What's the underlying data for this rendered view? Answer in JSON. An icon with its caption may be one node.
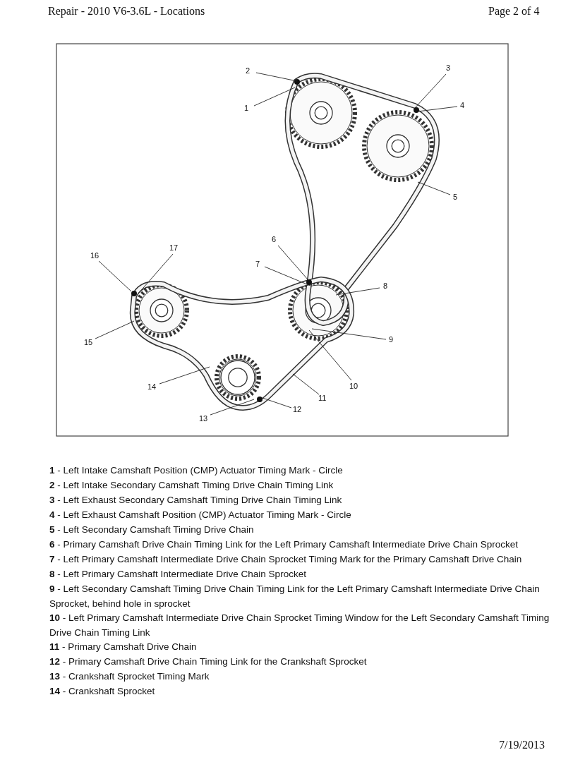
{
  "diagram": {
    "title": "Repair - 2010 V6-3.6L - Locations",
    "nodes": [
      {
        "text": [
          "1"
        ]
      },
      {
        "text": [
          "2"
        ]
      },
      {
        "text": [
          "3"
        ]
      },
      {
        "text": [
          "4"
        ]
      },
      {
        "text": [
          "5"
        ]
      },
      {
        "text": [
          "6"
        ]
      },
      {
        "text": [
          "7"
        ]
      },
      {
        "text": [
          "8"
        ]
      },
      {
        "text": [
          "9"
        ]
      },
      {
        "text": [
          "10"
        ]
      },
      {
        "text": [
          "11"
        ]
      },
      {
        "text": [
          "12"
        ]
      },
      {
        "text": [
          "13"
        ]
      },
      {
        "text": [
          "14"
        ]
      },
      {
        "text": [
          "15"
        ]
      },
      {
        "text": [
          "16"
        ]
      },
      {
        "text": [
          "17"
        ]
      }
    ],
    "edges": [
      {
        "from": 0,
        "to": null,
        "arrow": "none"
      },
      {
        "from": 1,
        "to": null,
        "arrow": "none"
      },
      {
        "from": 2,
        "to": null,
        "arrow": "none"
      },
      {
        "from": 3,
        "to": null,
        "arrow": "none"
      },
      {
        "from": 4,
        "to": null,
        "arrow": "none"
      },
      {
        "from": 5,
        "to": null,
        "arrow": "none"
      },
      {
        "from": 6,
        "to": null,
        "arrow": "none"
      },
      {
        "from": 7,
        "to": null,
        "arrow": "none"
      },
      {
        "from": 8,
        "to": null,
        "arrow": "none"
      },
      {
        "from": 9,
        "to": null,
        "arrow": "none"
      },
      {
        "from": 10,
        "to": null,
        "arrow": "none"
      },
      {
        "from": 11,
        "to": null,
        "arrow": "none"
      },
      {
        "from": 12,
        "to": null,
        "arrow": "none"
      },
      {
        "from": 13,
        "to": null,
        "arrow": "none"
      },
      {
        "from": 14,
        "to": null,
        "arrow": "none"
      },
      {
        "from": 15,
        "to": null,
        "arrow": "none"
      },
      {
        "from": 16,
        "to": null,
        "arrow": "none"
      }
    ],
    "labels": [
      "Page 2 of 4",
      "**1** - Left Intake Camshaft Position (CMP) Actuator Timing Mark - Circle",
      "**2** - Left Intake Secondary Camshaft Timing Drive Chain Timing Link",
      "**3** - Left Exhaust Secondary Camshaft Timing Drive Chain Timing Link",
      "**4** - Left Exhaust Camshaft Position (CMP) Actuator Timing Mark - Circle",
      "**5** - Left Secondary Camshaft Timing Drive Chain",
      "**6** - Primary Camshaft Drive Chain Timing Link for the Left Primary Camshaft Intermediate Drive Chain Sprocket",
      "**7** - Left Primary Camshaft Intermediate Drive Chain Sprocket Timing Mark for the Primary Camshaft Drive Chain",
      "**8** - Left Primary Camshaft Intermediate Drive Chain Sprocket",
      "**9** - Left Secondary Camshaft Timing Drive Chain Timing Link for the Left Primary Camshaft Intermediate Drive Chain Sprocket, behind hole in sprocket",
      "**10** - Left Primary Camshaft Intermediate Drive Chain Sprocket Timing Window for the Left Secondary Camshaft Timing Drive Chain Timing Link",
      "**11** - Primary Camshaft Drive Chain",
      "**12** - Primary Camshaft Drive Chain Timing Link for the Crankshaft Sprocket",
      "**13** - Crankshaft Sprocket Timing Mark",
      "**14** - Crankshaft Sprocket",
      "7/19/2013"
    ]
  }
}
